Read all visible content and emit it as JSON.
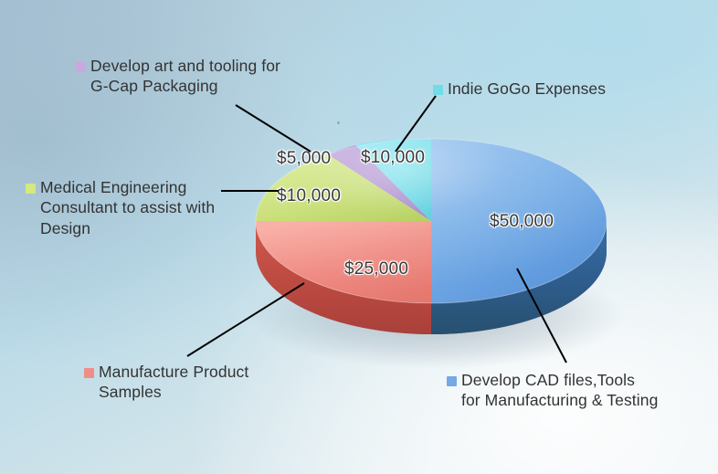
{
  "chart_data": {
    "type": "pie",
    "title": "",
    "subtitle": "",
    "xlabel": "",
    "ylabel": "",
    "total": 100000,
    "currency": "$",
    "legend_position": "around-chart",
    "grid": false,
    "three_d": true,
    "start_angle_deg": 0,
    "rotation": "clockwise from 12 o'clock",
    "categories": [
      "Develop CAD files,Tools for Manufacturing & Testing",
      "Manufacture Product Samples",
      "Medical Engineering Consultant to assist with Design",
      "Develop art and tooling for G-Cap Packaging",
      "Indie GoGo Expenses"
    ],
    "values": [
      50000,
      25000,
      10000,
      5000,
      10000
    ],
    "value_labels": [
      "$50,000",
      "$25,000",
      "$10,000",
      "$5,000",
      "$10,000"
    ],
    "percentages": [
      50,
      25,
      10,
      5,
      10
    ],
    "colors": [
      "#74A9E4",
      "#F08D85",
      "#C2D96B",
      "#A98CCC",
      "#6FDCE8"
    ],
    "side_colors": [
      "#2C5C8E",
      "#B2453C",
      "#8FA63F",
      "#7E5FA6",
      "#3FA8B8"
    ]
  },
  "slices": [
    {
      "key": "cad",
      "value_label": "$50,000",
      "legend_label": "Develop CAD files,Tools\nfor Manufacturing & Testing",
      "color": "#74A9E4",
      "swatch_color": "#74A9E4"
    },
    {
      "key": "samples",
      "value_label": "$25,000",
      "legend_label": "Manufacture Product\nSamples",
      "color": "#F08D85",
      "swatch_color": "#F08D85"
    },
    {
      "key": "consultant",
      "value_label": "$10,000",
      "legend_label": "Medical Engineering\nConsultant to assist with\nDesign",
      "color": "#C2D96B",
      "swatch_color": "#D4E97E"
    },
    {
      "key": "packaging",
      "value_label": "$5,000",
      "legend_label": "Develop art and tooling for\nG-Cap Packaging",
      "color": "#A98CCC",
      "swatch_color": "#C9A8DD"
    },
    {
      "key": "indiegogo",
      "value_label": "$10,000",
      "legend_label": "Indie GoGo Expenses",
      "color": "#6FDCE8",
      "swatch_color": "#6FDCE8"
    }
  ],
  "theme": {
    "background_top_left": "#A9C3D5",
    "background_top_right": "#B8DCEA",
    "background_bottom_right": "#E8EFF2",
    "label_text_color": "#3A3A3A",
    "legend_text_color": "#333333",
    "leader_line_color": "#000000"
  }
}
